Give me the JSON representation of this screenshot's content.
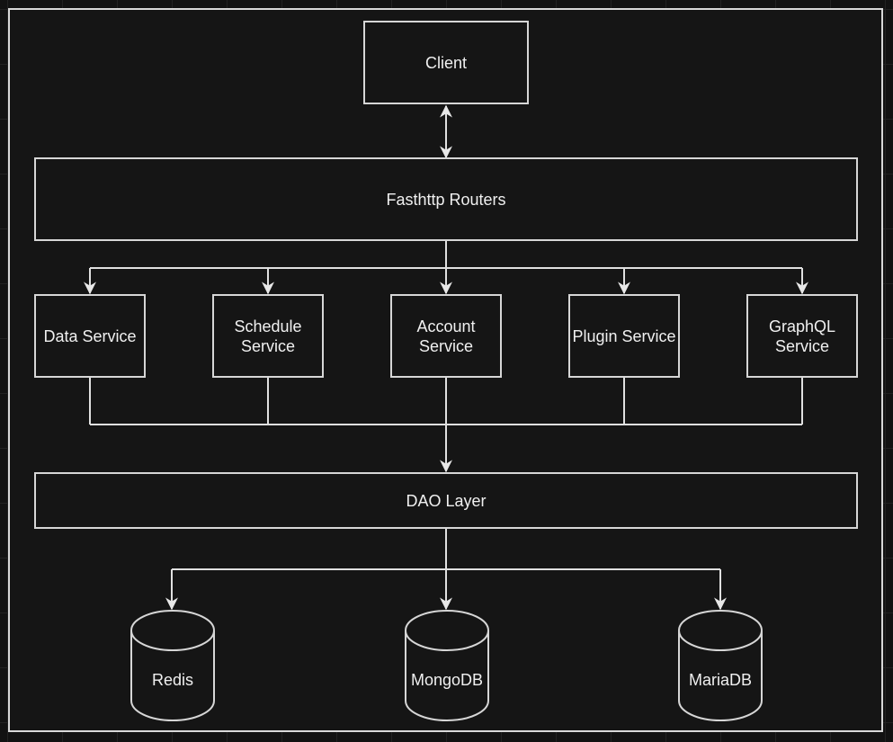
{
  "nodes": {
    "client": "Client",
    "routers": "Fasthttp Routers",
    "services": [
      {
        "label": "Data Service"
      },
      {
        "label": "Schedule Service"
      },
      {
        "label": "Account Service"
      },
      {
        "label": "Plugin Service"
      },
      {
        "label": "GraphQL Service"
      }
    ],
    "dao": "DAO Layer",
    "databases": [
      {
        "label": "Redis"
      },
      {
        "label": "MongoDB"
      },
      {
        "label": "MariaDB"
      }
    ]
  },
  "colors": {
    "background": "#151515",
    "stroke": "#d6d6d6",
    "text": "#f0f0f0"
  }
}
